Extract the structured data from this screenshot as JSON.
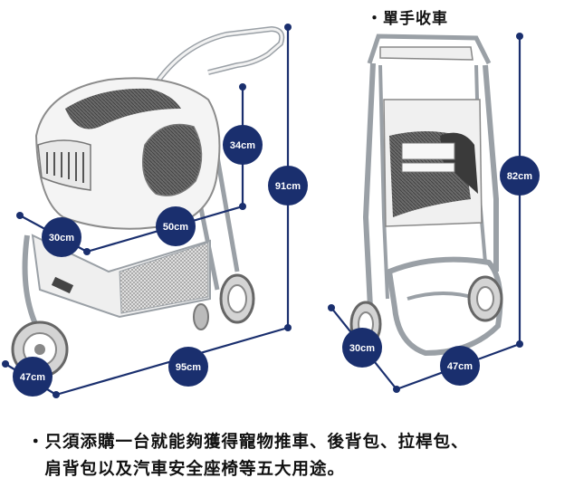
{
  "captions": {
    "fold_caption": "・單手收車",
    "usage_line_1": "・只須添購一台就能夠獲得寵物推車、後背包、拉桿包、",
    "usage_line_2": "　肩背包以及汽車安全座椅等五大用途。"
  },
  "dimensions": {
    "open_height": "91cm",
    "open_length": "95cm",
    "open_width": "47cm",
    "carrier_height": "34cm",
    "carrier_length": "50cm",
    "carrier_width": "30cm",
    "folded_height": "82cm",
    "folded_width": "47cm",
    "folded_depth": "30cm"
  },
  "colors": {
    "badge": "#1a2f6e",
    "line": "#1a2f6e",
    "frame": "#9aa0a6",
    "fabric_dark": "#5c5c5c",
    "fabric_light": "#d9d9d9"
  }
}
